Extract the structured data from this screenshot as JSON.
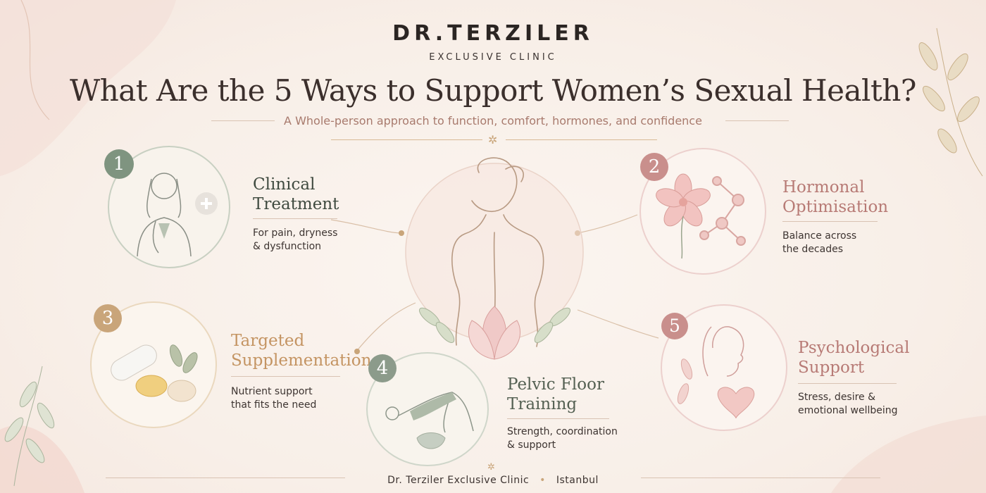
{
  "brand": {
    "name": "DR.TERZILER",
    "tagline": "EXCLUSIVE CLINIC"
  },
  "title": "What Are the 5 Ways to Support Women’s Sexual Health?",
  "subtitle": "A Whole-person approach to function, comfort, hormones, and confidence",
  "items": [
    {
      "number": "1",
      "title_line1": "Clinical",
      "title_line2": "Treatment",
      "desc_line1": "For pain, dryness",
      "desc_line2": "& dysfunction",
      "color": "#7f9480"
    },
    {
      "number": "2",
      "title_line1": "Hormonal",
      "title_line2": "Optimisation",
      "desc_line1": "Balance across",
      "desc_line2": "the decades",
      "color": "#c98f8c"
    },
    {
      "number": "3",
      "title_line1": "Targeted",
      "title_line2": "Supplementation",
      "desc_line1": "Nutrient support",
      "desc_line2": "that fits the need",
      "color": "#c9a57a"
    },
    {
      "number": "4",
      "title_line1": "Pelvic Floor",
      "title_line2": "Training",
      "desc_line1": "Strength, coordination",
      "desc_line2": "& support",
      "color": "#8c9b8b"
    },
    {
      "number": "5",
      "title_line1": "Psychological",
      "title_line2": "Support",
      "desc_line1": "Stress, desire &",
      "desc_line2": "emotional wellbeing",
      "color": "#c98f8c"
    }
  ],
  "footer": {
    "clinic": "Dr. Terziler Exclusive Clinic",
    "separator": "•",
    "city": "Istanbul"
  },
  "icons": [
    "doctor-icon",
    "flower-molecule-icon",
    "supplement-pills-icon",
    "pelvic-exercise-icon",
    "woman-heart-icon",
    "woman-silhouette-icon",
    "lotus-icon"
  ],
  "colors": {
    "background": "#f9f1ea",
    "text": "#3b2f2c",
    "accent_gold": "#c9a57a",
    "accent_rose": "#c98f8c",
    "accent_sage": "#7f9480"
  }
}
